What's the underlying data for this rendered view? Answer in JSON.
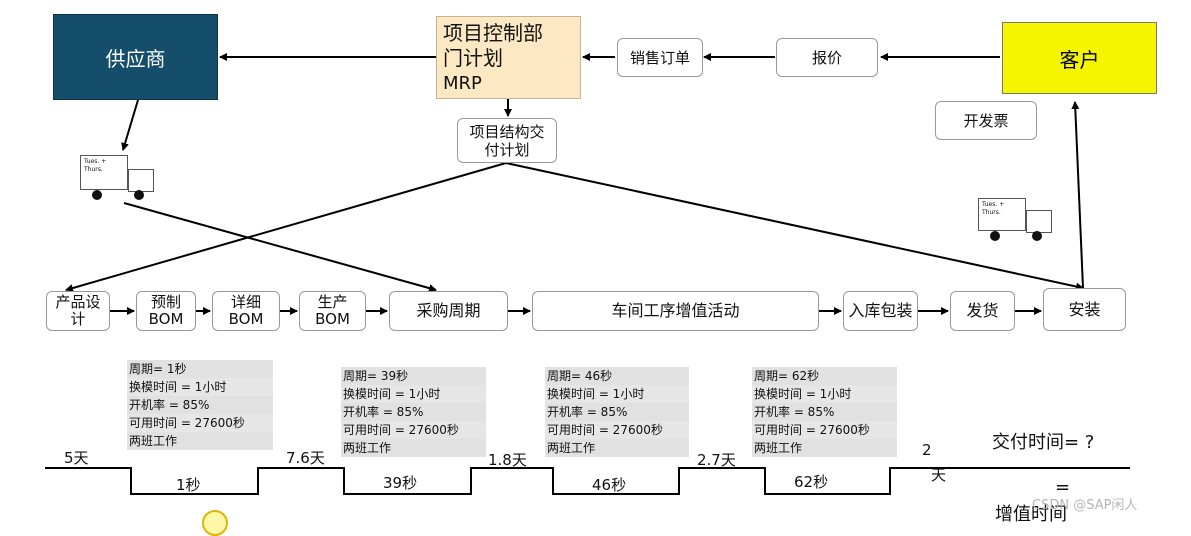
{
  "supplier": "供应商",
  "customer": "客户",
  "project_control": {
    "line1": "项目控制部",
    "line2": "门计划",
    "line3": "MRP"
  },
  "sales_order": "销售订单",
  "quotation": "报价",
  "invoice": "开发票",
  "delivery_plan": {
    "line1": "项目结构交",
    "line2": "付计划"
  },
  "truck_label": {
    "line1": "Tues. +",
    "line2": "Thurs."
  },
  "process": {
    "product_design": {
      "line1": "产品设",
      "line2": "计"
    },
    "pre_bom": {
      "line1": "预制",
      "line2": "BOM"
    },
    "detail_bom": {
      "line1": "详细",
      "line2": "BOM"
    },
    "prod_bom": {
      "line1": "生产",
      "line2": "BOM"
    },
    "purchase_cycle": "采购周期",
    "workshop": "车间工序增值活动",
    "packing": "入库包装",
    "shipping": "发货",
    "install": "安装"
  },
  "info_boxes": [
    {
      "cycle": "周期= 1秒",
      "changeover": "换模时间 = 1小时",
      "uptime": "开机率 = 85%",
      "available": "可用时间 = 27600秒",
      "shifts": "两班工作"
    },
    {
      "cycle": "周期= 39秒",
      "changeover": "换模时间 = 1小时",
      "uptime": "开机率 = 85%",
      "available": "可用时间 = 27600秒",
      "shifts": "两班工作"
    },
    {
      "cycle": "周期= 46秒",
      "changeover": "换模时间 = 1小时",
      "uptime": "开机率 = 85%",
      "available": "可用时间 = 27600秒",
      "shifts": "两班工作"
    },
    {
      "cycle": "周期= 62秒",
      "changeover": "换模时间 = 1小时",
      "uptime": "开机率 = 85%",
      "available": "可用时间 = 27600秒",
      "shifts": "两班工作"
    }
  ],
  "timeline": {
    "wait": [
      "5天",
      "7.6天",
      "1.8天",
      "2.7天",
      "2",
      "天"
    ],
    "process": [
      "1秒",
      "39秒",
      "46秒",
      "62秒"
    ]
  },
  "summary": {
    "delivery_time": "交付时间= ?",
    "equals": "=",
    "value_time": "增值时间"
  },
  "watermark": "CSDN @SAP闲人"
}
